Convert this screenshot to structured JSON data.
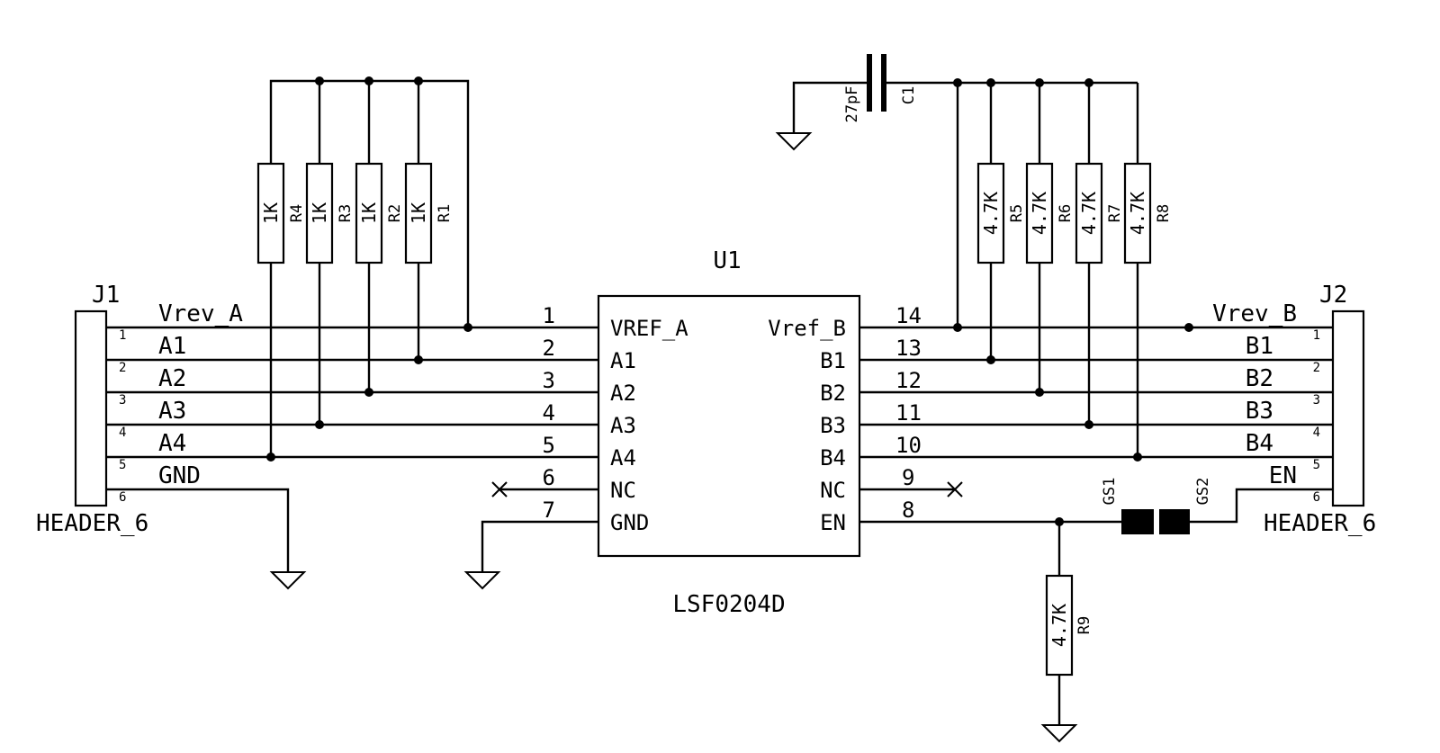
{
  "u1": {
    "ref": "U1",
    "value": "LSF0204D",
    "left_pins": [
      {
        "num": "1",
        "name": "VREF_A"
      },
      {
        "num": "2",
        "name": "A1"
      },
      {
        "num": "3",
        "name": "A2"
      },
      {
        "num": "4",
        "name": "A3"
      },
      {
        "num": "5",
        "name": "A4"
      },
      {
        "num": "6",
        "name": "NC"
      },
      {
        "num": "7",
        "name": "GND"
      }
    ],
    "right_pins": [
      {
        "num": "14",
        "name": "Vref_B"
      },
      {
        "num": "13",
        "name": "B1"
      },
      {
        "num": "12",
        "name": "B2"
      },
      {
        "num": "11",
        "name": "B3"
      },
      {
        "num": "10",
        "name": "B4"
      },
      {
        "num": "9",
        "name": "NC"
      },
      {
        "num": "8",
        "name": "EN"
      }
    ]
  },
  "j1": {
    "ref": "J1",
    "value": "HEADER_6",
    "pins": [
      "1",
      "2",
      "3",
      "4",
      "5",
      "6"
    ],
    "nets": [
      "Vrev_A",
      "A1",
      "A2",
      "A3",
      "A4",
      "GND"
    ]
  },
  "j2": {
    "ref": "J2",
    "value": "HEADER_6",
    "pins": [
      "1",
      "2",
      "3",
      "4",
      "5",
      "6"
    ],
    "nets": [
      "Vrev_B",
      "B1",
      "B2",
      "B3",
      "B4",
      "EN"
    ]
  },
  "pullups_a": [
    {
      "ref": "R4",
      "value": "1K"
    },
    {
      "ref": "R3",
      "value": "1K"
    },
    {
      "ref": "R2",
      "value": "1K"
    },
    {
      "ref": "R1",
      "value": "1K"
    }
  ],
  "pullups_b": [
    {
      "ref": "R5",
      "value": "4.7K"
    },
    {
      "ref": "R6",
      "value": "4.7K"
    },
    {
      "ref": "R7",
      "value": "4.7K"
    },
    {
      "ref": "R8",
      "value": "4.7K"
    }
  ],
  "r9": {
    "ref": "R9",
    "value": "4.7K"
  },
  "c1": {
    "ref": "C1",
    "value": "27pF"
  },
  "jumper": {
    "left": "GS1",
    "right": "GS2"
  }
}
